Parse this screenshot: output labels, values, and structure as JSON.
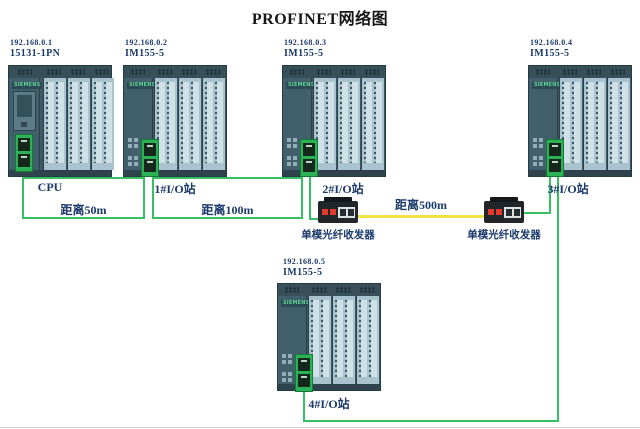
{
  "title": "PROFINET网络图",
  "brand": "SIEMENS",
  "devices": [
    {
      "ip": "192.168.0.1",
      "model": "15131-1PN",
      "station": "CPU"
    },
    {
      "ip": "192.168.0.2",
      "model": "IM155-5",
      "station": "1#I/O站"
    },
    {
      "ip": "192.168.0.3",
      "model": "IM155-5",
      "station": "2#I/O站"
    },
    {
      "ip": "192.168.0.4",
      "model": "IM155-5",
      "station": "3#I/O站"
    },
    {
      "ip": "192.168.0.5",
      "model": "IM155-5",
      "station": "4#I/O站"
    }
  ],
  "links": {
    "cpu_to_io1": "距离50m",
    "io1_to_io2": "距离100m",
    "fiber": "距离500m"
  },
  "transceivers": {
    "left": "单模光纤收发器",
    "right": "单模光纤收发器"
  },
  "colors": {
    "line_green": "#37bf63",
    "line_yellow": "#f1e243",
    "label_navy": "#1b3a6b",
    "rack_body": "#3f5a64",
    "module_light": "#a8c3cd",
    "port_green": "#2bb254",
    "transceiver_red": "#e23b2e"
  }
}
